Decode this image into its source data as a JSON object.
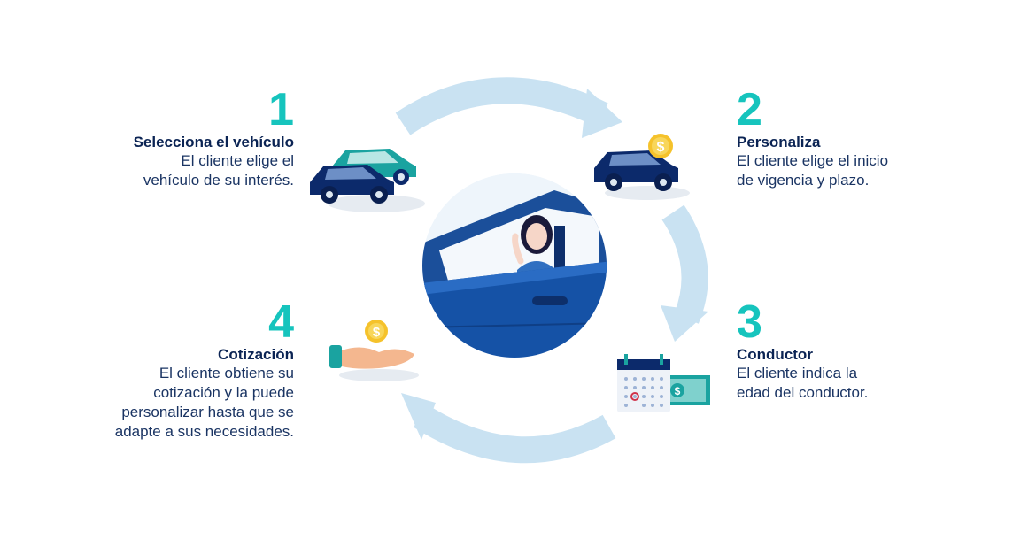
{
  "steps": [
    {
      "number": "1",
      "title": "Selecciona el vehículo",
      "lines": [
        "El cliente elige el",
        "vehículo de su interés."
      ]
    },
    {
      "number": "2",
      "title": "Personaliza",
      "lines": [
        "El cliente elige el inicio",
        "de vigencia y plazo."
      ]
    },
    {
      "number": "3",
      "title": "Conductor",
      "lines": [
        "El cliente indica la",
        "edad del conductor."
      ]
    },
    {
      "number": "4",
      "title": "Cotización",
      "lines": [
        "El cliente obtiene su",
        "cotización y la puede",
        "personalizar hasta que se",
        "adapte a sus necesidades."
      ]
    }
  ],
  "icons": {
    "coin_symbol": "$",
    "bill_symbol": "$"
  },
  "colors": {
    "number_accent": "#16c4bd",
    "title_text": "#0b2454",
    "arrow": "#c9e2f2",
    "car_navy": "#0c2a6b",
    "car_teal": "#1aa3a0",
    "coin": "#f5c22b"
  }
}
